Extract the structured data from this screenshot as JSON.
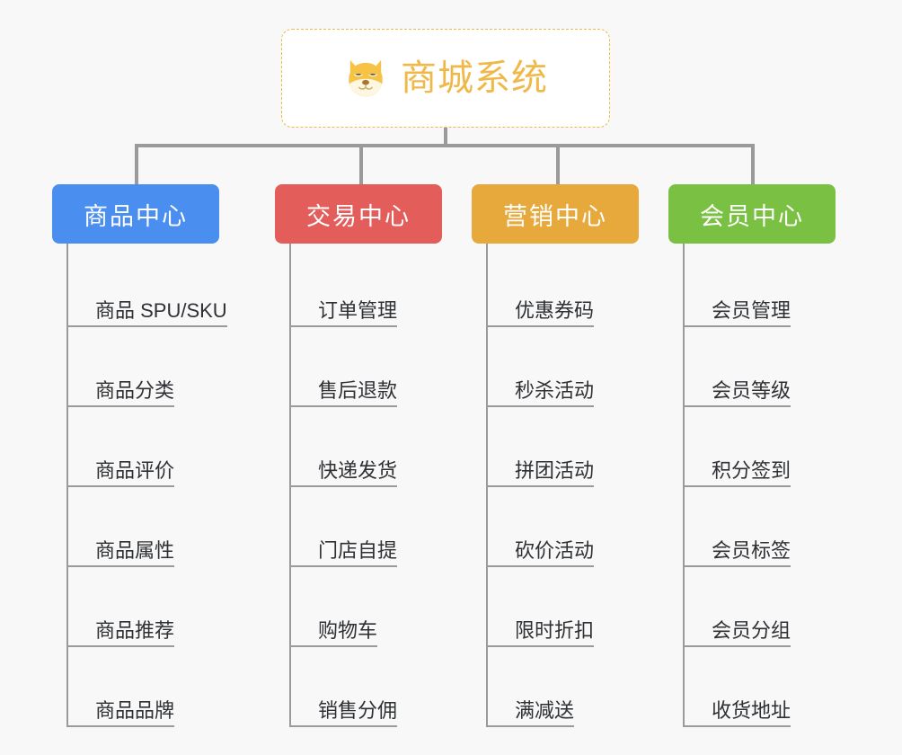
{
  "canvas": {
    "background_color": "#f8f8f8"
  },
  "root": {
    "title": "商城系统",
    "icon": "shiba-dog-face-icon",
    "text_color": "#f0b849",
    "border_color": "#f0b849",
    "background_color": "#ffffff"
  },
  "connector": {
    "color": "#9a9a9a"
  },
  "columns": [
    {
      "header": "商品中心",
      "color": "#4a8ef0",
      "items": [
        "商品 SPU/SKU",
        "商品分类",
        "商品评价",
        "商品属性",
        "商品推荐",
        "商品品牌"
      ]
    },
    {
      "header": "交易中心",
      "color": "#e35d5b",
      "items": [
        "订单管理",
        "售后退款",
        "快递发货",
        "门店自提",
        "购物车",
        "销售分佣"
      ]
    },
    {
      "header": "营销中心",
      "color": "#e8a93c",
      "items": [
        "优惠券码",
        "秒杀活动",
        "拼团活动",
        "砍价活动",
        "限时折扣",
        "满减送"
      ]
    },
    {
      "header": "会员中心",
      "color": "#7ac143",
      "items": [
        "会员管理",
        "会员等级",
        "积分签到",
        "会员标签",
        "会员分组",
        "收货地址"
      ]
    }
  ]
}
